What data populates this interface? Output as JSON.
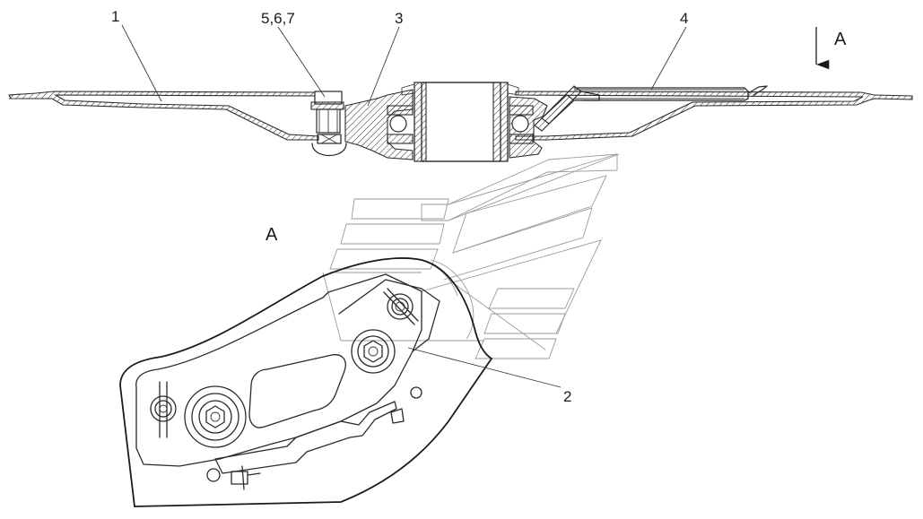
{
  "labels": {
    "part1": "1",
    "part2": "2",
    "part3": "3",
    "part4": "4",
    "part567": "5,6,7",
    "view_arrow": "A",
    "view_title": "A"
  }
}
